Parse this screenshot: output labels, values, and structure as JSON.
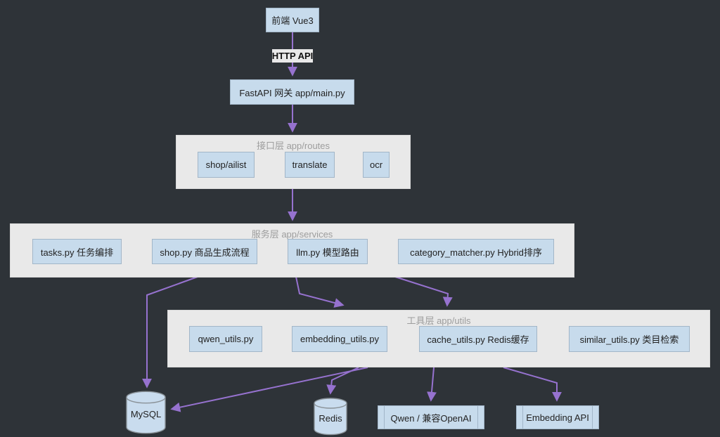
{
  "diagram": {
    "type": "flowchart-top-down",
    "edge_label": "HTTP API",
    "nodes": {
      "vue3": "前端 Vue3",
      "fastapi": "FastAPI 网关 app/main.py",
      "shop_ailist": "shop/ailist",
      "translate": "translate",
      "ocr": "ocr",
      "tasks": "tasks.py 任务编排",
      "shop": "shop.py 商品生成流程",
      "llm": "llm.py 模型路由",
      "category_matcher": "category_matcher.py Hybrid排序",
      "qwen_utils": "qwen_utils.py",
      "embedding_utils": "embedding_utils.py",
      "cache_utils": "cache_utils.py Redis缓存",
      "similar_utils": "similar_utils.py 类目检索",
      "mysql": "MySQL",
      "redis": "Redis",
      "qwen_api": "Qwen / 兼容OpenAI",
      "embedding_api": "Embedding API"
    },
    "subgraphs": {
      "routes_title": "接口层 app/routes",
      "services_title": "服务层 app/services",
      "utils_title": "工具层 app/utils"
    },
    "edges": [
      {
        "from": "vue3",
        "to": "fastapi",
        "label": "HTTP API"
      },
      {
        "from": "fastapi",
        "to": "routes_layer"
      },
      {
        "from": "routes_layer",
        "to": "services_layer"
      },
      {
        "from": "services_layer",
        "to": "mysql"
      },
      {
        "from": "services_layer",
        "to": "utils_layer"
      },
      {
        "from": "services_layer",
        "to": "utils_layer"
      },
      {
        "from": "utils_layer",
        "to": "mysql"
      },
      {
        "from": "utils_layer",
        "to": "redis"
      },
      {
        "from": "utils_layer",
        "to": "qwen_api"
      },
      {
        "from": "utils_layer",
        "to": "embedding_api"
      }
    ],
    "colors": {
      "background": "#2e3338",
      "node_fill": "#c7dbec",
      "node_border": "#a2b6c8",
      "node_text": "#222222",
      "subgraph_fill": "#e9e9e9",
      "subgraph_border": "#d9d9d9",
      "subgraph_title": "#9d9d9d",
      "edge": "#9672cf",
      "edge_label_bg": "#e9e9e9",
      "edge_label_text": "#111111",
      "cylinder_fill": "#c9dcee",
      "cylinder_border": "#8a9298"
    }
  }
}
